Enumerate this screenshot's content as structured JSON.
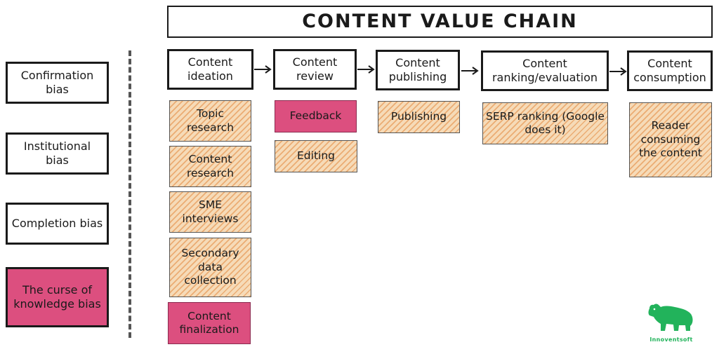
{
  "title": "CONTENT VALUE CHAIN",
  "biases": [
    {
      "label": "Confirmation bias"
    },
    {
      "label": "Institutional bias"
    },
    {
      "label": "Completion bias"
    },
    {
      "label": "The curse of knowledge bias"
    }
  ],
  "stages": [
    {
      "label": "Content ideation",
      "tasks": [
        "Topic research",
        "Content research",
        "SME interviews",
        "Secondary data collection",
        "Content finalization"
      ]
    },
    {
      "label": "Content review",
      "tasks": [
        "Feedback",
        "Editing"
      ]
    },
    {
      "label": "Content publishing",
      "tasks": [
        "Publishing"
      ]
    },
    {
      "label": "Content ranking/evaluation",
      "tasks": [
        "SERP ranking (Google does it)"
      ]
    },
    {
      "label": "Content consumption",
      "tasks": [
        "Reader consuming the content"
      ]
    }
  ],
  "colors": {
    "highlight": "#dc4f7f",
    "task_fill": "#f6dbb8",
    "task_hatch": "#e2863a",
    "logo": "#22b35b"
  },
  "logo": {
    "name": "bear-logo-icon",
    "text": "Innoventsoft"
  }
}
